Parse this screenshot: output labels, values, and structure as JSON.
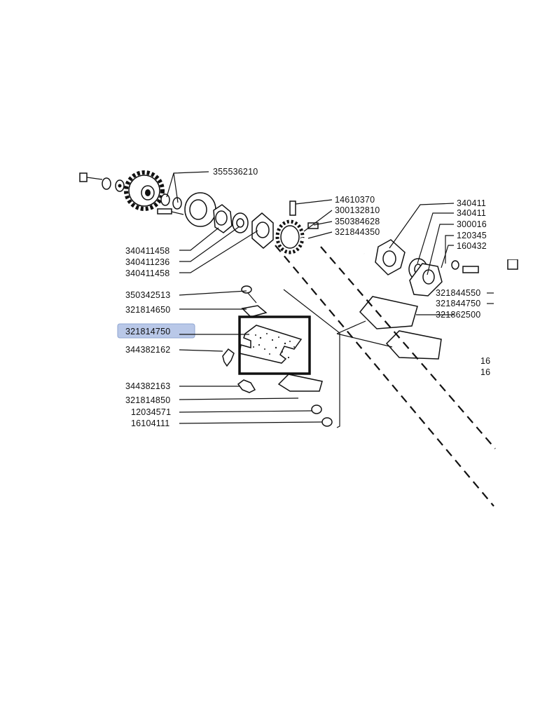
{
  "diagram": {
    "highlighted_part": "321814750",
    "highlight_color": "#b9c8e8",
    "labels": {
      "p355536210": "355536210",
      "p340411458a": "340411458",
      "p340411236": "340411236",
      "p340411458b": "340411458",
      "p14610370": "14610370",
      "p300132810": "300132810",
      "p350384628": "350384628",
      "p321844350": "321844350",
      "p350342513": "350342513",
      "p321814650": "321814650",
      "p321814750": "321814750",
      "p344382162": "344382162",
      "p344382163": "344382163",
      "p321814850": "321814850",
      "p12034571": "12034571",
      "p16104111": "16104111",
      "r340411a": "340411",
      "r340411b": "340411",
      "r3000162": "300016",
      "r1203457": "120345",
      "r1604322": "160432",
      "p321844550": "321844550",
      "p321844750": "321844750",
      "p321862500": "321862500",
      "r160": "16",
      "r161": "16"
    }
  }
}
